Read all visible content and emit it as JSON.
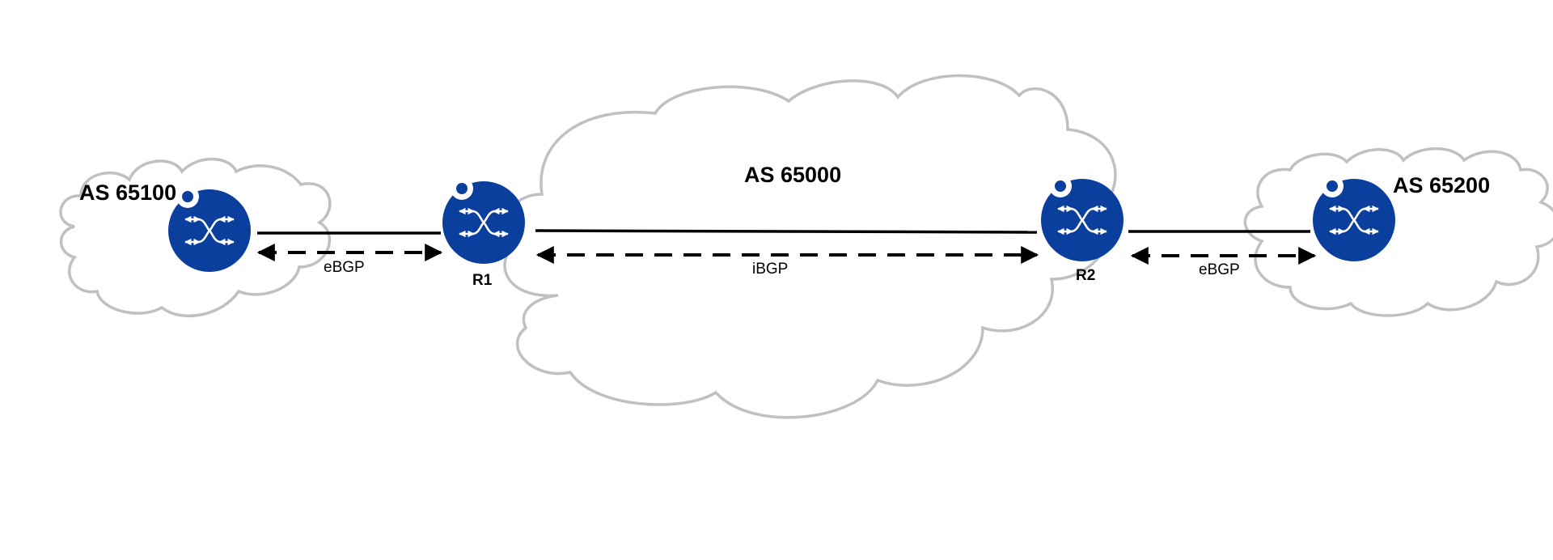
{
  "autonomous_systems": [
    {
      "id": "as-left",
      "label": "AS 65100"
    },
    {
      "id": "as-center",
      "label": "AS 65000"
    },
    {
      "id": "as-right",
      "label": "AS 65200"
    }
  ],
  "routers": [
    {
      "id": "router-as65100",
      "label": ""
    },
    {
      "id": "router-r1",
      "label": "R1"
    },
    {
      "id": "router-r2",
      "label": "R2"
    },
    {
      "id": "router-as65200",
      "label": ""
    }
  ],
  "sessions": [
    {
      "id": "session-left",
      "label": "eBGP"
    },
    {
      "id": "session-center",
      "label": "iBGP"
    },
    {
      "id": "session-right",
      "label": "eBGP"
    }
  ],
  "colors": {
    "router_fill": "#0b3f9e",
    "cloud_stroke": "#c0c0c0",
    "link": "#000000"
  },
  "icons": {
    "router": "router-icon",
    "cloud": "cloud-shape"
  }
}
